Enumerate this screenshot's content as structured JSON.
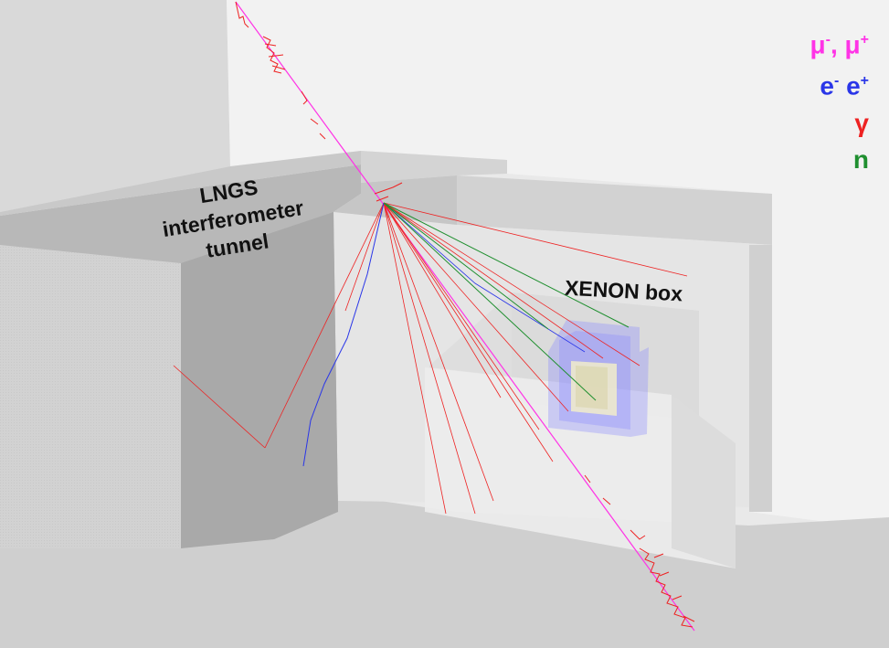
{
  "labels": {
    "tunnel": [
      "LNGS",
      "interferometer",
      "tunnel"
    ],
    "xenon": "XENON box"
  },
  "legend": [
    {
      "particle": "muon",
      "text": "μ",
      "sup": "-",
      "sep": ", ",
      "text2": "μ",
      "sup2": "+",
      "color": "#ff33e6"
    },
    {
      "particle": "electron",
      "text": "e",
      "sup": "-",
      "sep": " ",
      "text2": "e",
      "sup2": "+",
      "color": "#2a36e8"
    },
    {
      "particle": "gamma",
      "text": "γ",
      "sup": "",
      "sep": "",
      "text2": "",
      "sup2": "",
      "color": "#ee2222"
    },
    {
      "particle": "neutron",
      "text": "n",
      "sup": "",
      "sep": "",
      "text2": "",
      "sup2": "",
      "color": "#1f8f2f"
    }
  ],
  "colors": {
    "muon": "#ff33e6",
    "electron": "#2a36e8",
    "gamma": "#ee2222",
    "neutron": "#1f8f2f",
    "detector": "#8c8cff"
  }
}
